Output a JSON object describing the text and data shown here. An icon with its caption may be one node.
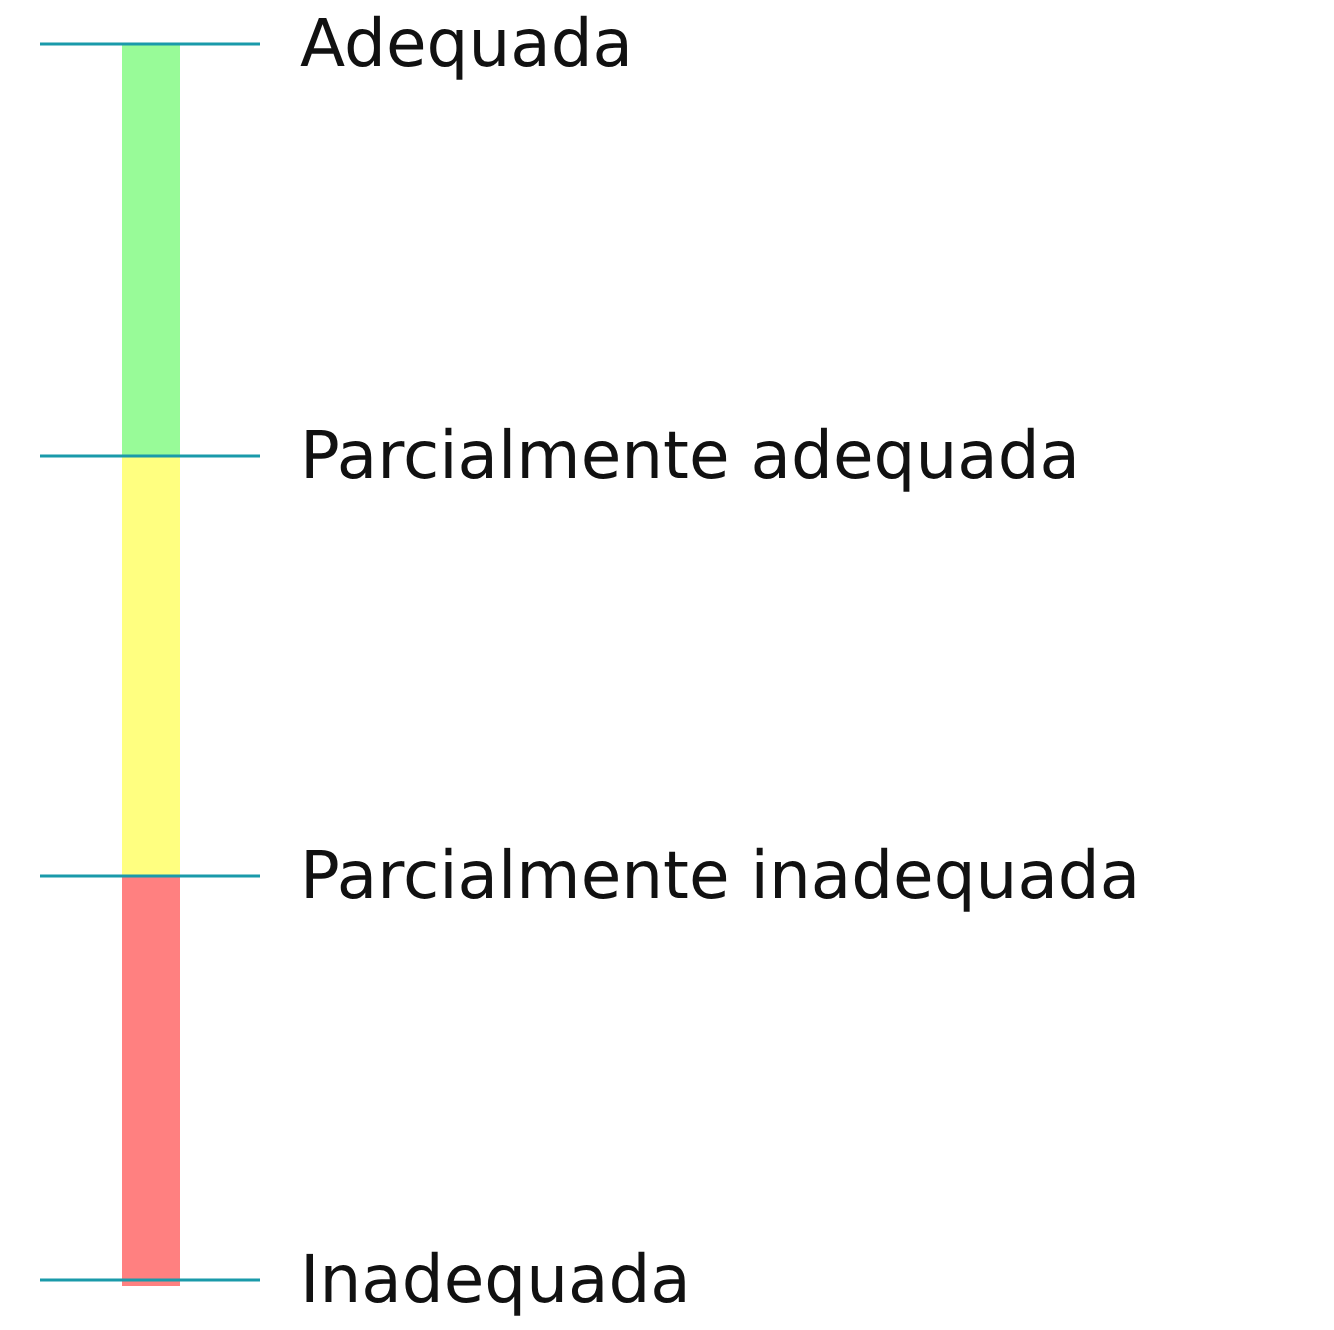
{
  "diagram": {
    "labels": [
      "Adequada",
      "Parcialmente adequada",
      "Parcialmente inadequada",
      "Inadequada"
    ]
  }
}
